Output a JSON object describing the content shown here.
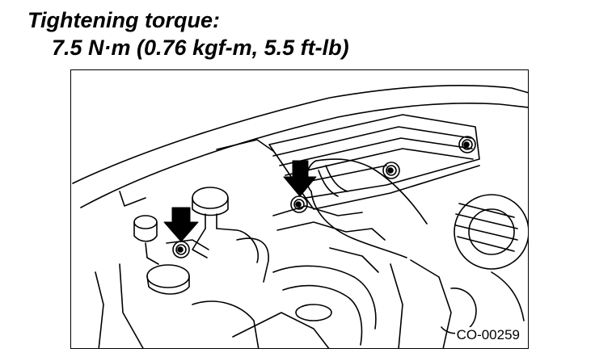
{
  "heading": "Tightening torque:",
  "torque_spec": "7.5 N·m (0.76 kgf-m, 5.5 ft-lb)",
  "figure_code": "CO-00259",
  "colors": {
    "ink": "#000000",
    "paper": "#ffffff"
  },
  "icons": [
    "arrow-down-icon",
    "bolt-icon"
  ]
}
